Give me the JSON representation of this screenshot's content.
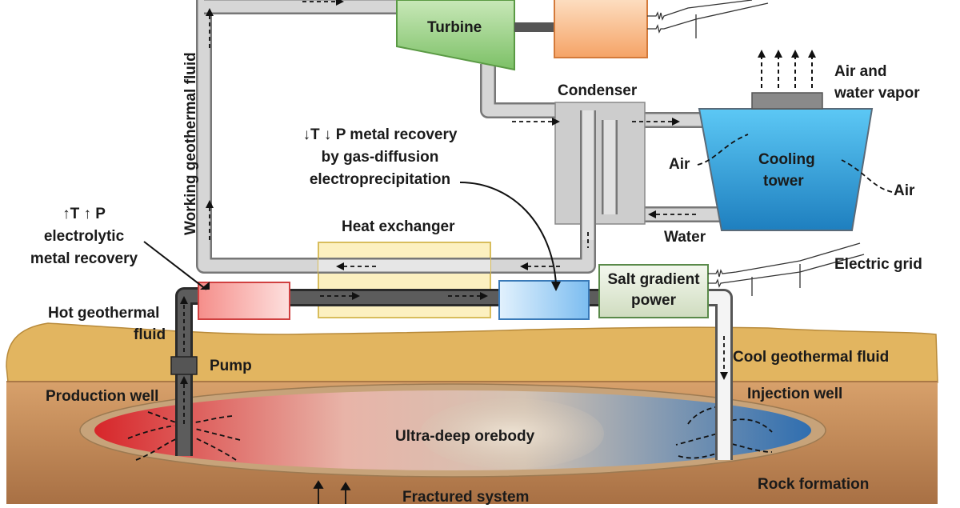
{
  "labels": {
    "turbine": "Turbine",
    "condenser": "Condenser",
    "air_and": "Air and",
    "water_vapor": "water vapor",
    "cooling": "Cooling",
    "tower": "tower",
    "air_left": "Air",
    "air_right": "Air",
    "water": "Water",
    "working_fluid": "Working geothermal fluid",
    "low_tp_line1": "↓T ↓ P metal recovery",
    "low_tp_line2": "by gas-diffusion",
    "low_tp_line3": "electroprecipitation",
    "high_tp_line1": "↑T ↑ P",
    "high_tp_line2": "electrolytic",
    "high_tp_line3": "metal recovery",
    "heat_exchanger": "Heat exchanger",
    "salt_gradient_1": "Salt gradient",
    "salt_gradient_2": "power",
    "electric_grid": "Electric grid",
    "hot_fluid_1": "Hot geothermal",
    "hot_fluid_2": "fluid",
    "pump": "Pump",
    "cool_fluid": "Cool geothermal fluid",
    "production_well": "Production well",
    "injection_well": "Injection well",
    "orebody": "Ultra-deep orebody",
    "rock_formation": "Rock formation",
    "fractured_system": "Fractured system"
  },
  "colors": {
    "turbine": "#9fd18b",
    "generator": "#f9b98a",
    "cooling_tower": "#3aa9e0",
    "condenser": "#cfcfcf",
    "heat_exchanger": "#fbeebb",
    "hot_recovery_box": "#f6a3a0",
    "cold_recovery_box": "#a9d4f5",
    "salt_gradient_box": "#e3ecd8",
    "pipe_light": "#d4d4d4",
    "pipe_dark": "#5a5a5a",
    "ground_top": "#e0b45e",
    "ground_bottom": "#b07a4a"
  }
}
